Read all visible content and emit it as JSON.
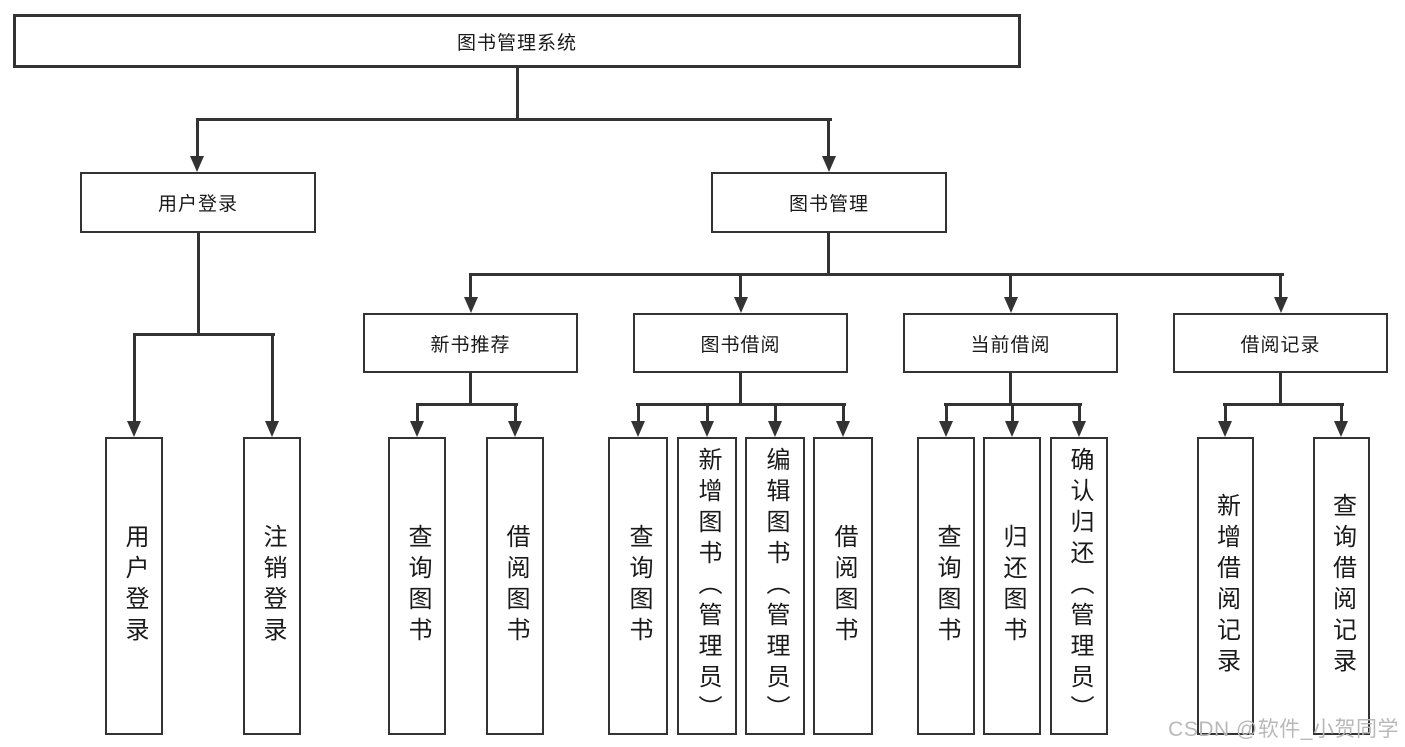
{
  "diagram": {
    "root": {
      "label": "图书管理系统"
    },
    "branches": [
      {
        "label": "用户登录",
        "children": [
          {
            "label": "用户登录"
          },
          {
            "label": "注销登录"
          }
        ]
      },
      {
        "label": "图书管理",
        "sections": [
          {
            "label": "新书推荐",
            "children": [
              {
                "label": "查询图书"
              },
              {
                "label": "借阅图书"
              }
            ]
          },
          {
            "label": "图书借阅",
            "children": [
              {
                "label": "查询图书"
              },
              {
                "label": "新增图书（管理员）"
              },
              {
                "label": "编辑图书（管理员）"
              },
              {
                "label": "借阅图书"
              }
            ]
          },
          {
            "label": "当前借阅",
            "children": [
              {
                "label": "查询图书"
              },
              {
                "label": "归还图书"
              },
              {
                "label": "确认归还（管理员）"
              }
            ]
          },
          {
            "label": "借阅记录",
            "children": [
              {
                "label": "新增借阅记录"
              },
              {
                "label": "查询借阅记录"
              }
            ]
          }
        ]
      }
    ]
  },
  "watermark": {
    "text": "CSDN @软件_小贺同学"
  },
  "colors": {
    "line": "#333333",
    "text": "#1a1a1a",
    "watermark": "#b9b9b9",
    "background": "#ffffff"
  }
}
